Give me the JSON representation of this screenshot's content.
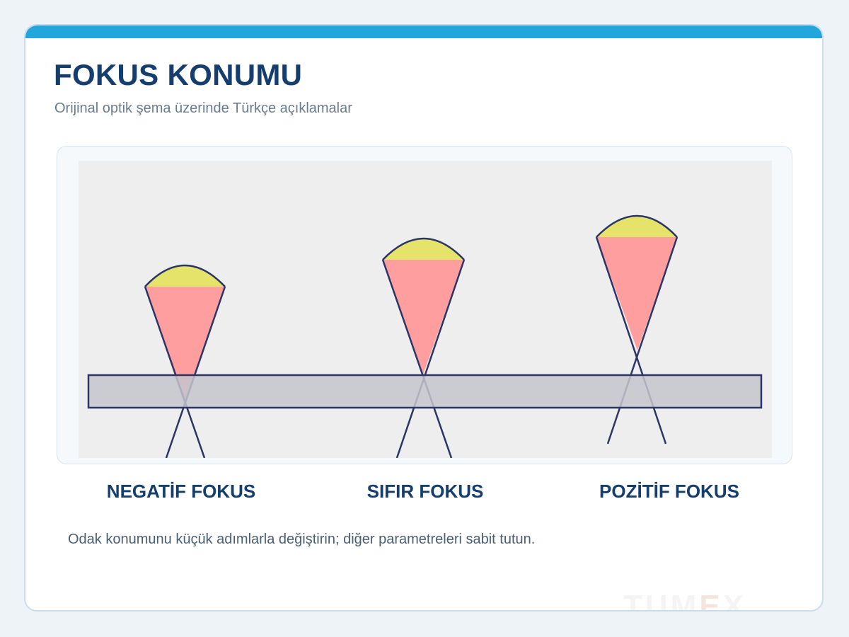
{
  "header": {
    "title": "FOKUS KONUMU",
    "subtitle": "Orijinal optik şema üzerinde Türkçe açıklamalar"
  },
  "diagram": {
    "background_color": "#eeeeee",
    "plate_color": "#c4c4cc",
    "cone_color": "#ff9e9e",
    "lens_color": "#e6e36a",
    "line_color": "#2b3566",
    "items": [
      {
        "caption": "NEGATİF FOKUS"
      },
      {
        "caption": "SIFIR FOKUS"
      },
      {
        "caption": "POZİTİF FOKUS"
      }
    ]
  },
  "note": "Odak konumunu küçük adımlarla değiştirin; diğer parametreleri sabit tutun.",
  "watermark": {
    "main": "TUM",
    "accent": "E",
    "tail": "X"
  }
}
